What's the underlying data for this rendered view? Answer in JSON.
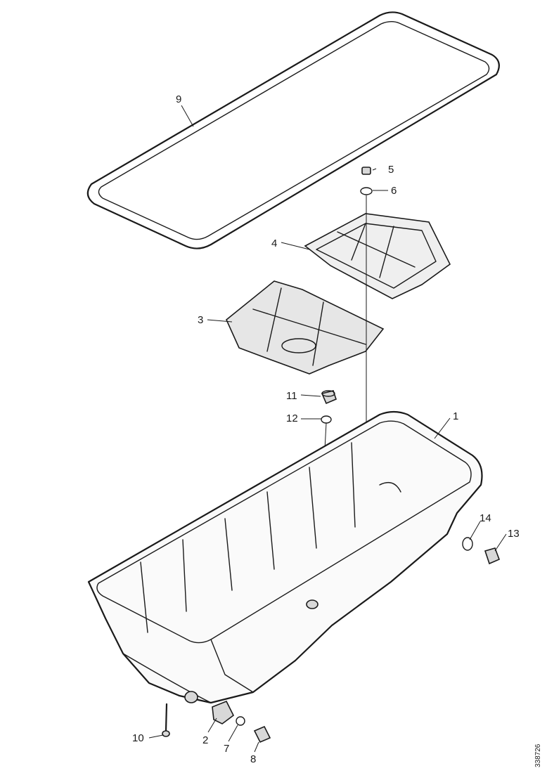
{
  "callouts": {
    "c1": "1",
    "c2": "2",
    "c3": "3",
    "c4": "4",
    "c5": "5",
    "c6": "6",
    "c7": "7",
    "c8": "8",
    "c9": "9",
    "c10": "10",
    "c11": "11",
    "c12": "12",
    "c13": "13",
    "c14": "14"
  },
  "drawing_id": "338726"
}
